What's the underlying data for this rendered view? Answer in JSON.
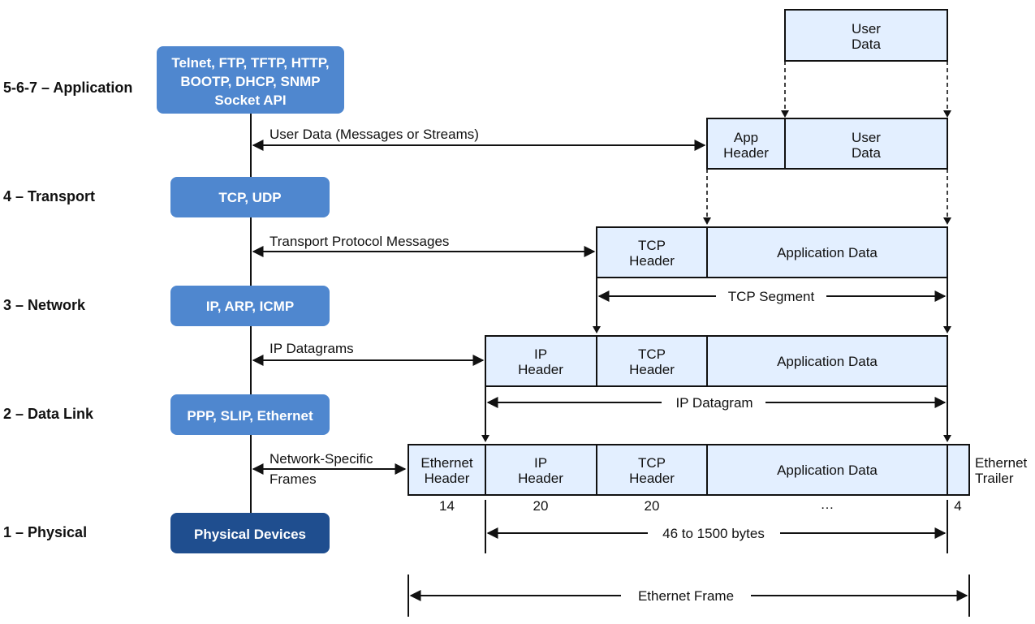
{
  "colors": {
    "protocol_box": "#4f87cf",
    "physical_box": "#1f4e8f",
    "cell_fill": "#e3efff",
    "line": "#111111"
  },
  "layers": {
    "application": "5-6-7 – Application",
    "transport": "4 – Transport",
    "network": "3 – Network",
    "datalink": "2 – Data Link",
    "physical": "1 – Physical"
  },
  "protocols": {
    "application": [
      "Telnet, FTP, TFTP, HTTP,",
      "BOOTP, DHCP, SNMP",
      "Socket API"
    ],
    "transport": "TCP, UDP",
    "network": "IP, ARP, ICMP",
    "datalink": "PPP, SLIP, Ethernet",
    "physical": "Physical Devices"
  },
  "flows": {
    "app_transport": "User Data (Messages or Streams)",
    "transport_network": "Transport Protocol Messages",
    "network_datalink": "IP Datagrams",
    "datalink_physical": [
      "Network-Specific",
      "Frames"
    ]
  },
  "cells": {
    "user_data": [
      "User",
      "Data"
    ],
    "app_header": [
      "App",
      "Header"
    ],
    "tcp_header": [
      "TCP",
      "Header"
    ],
    "ip_header": [
      "IP",
      "Header"
    ],
    "ethernet_header": [
      "Ethernet",
      "Header"
    ],
    "application_data": "Application Data",
    "ethernet_trailer": [
      "Ethernet",
      "Trailer"
    ]
  },
  "spans": {
    "tcp_segment": "TCP Segment",
    "ip_datagram": "IP Datagram",
    "payload_bytes": "46 to 1500 bytes",
    "ethernet_frame": "Ethernet Frame"
  },
  "byte_sizes": {
    "ethernet_header": "14",
    "ip_header": "20",
    "tcp_header": "20",
    "application_data": "…",
    "ethernet_trailer": "4"
  }
}
